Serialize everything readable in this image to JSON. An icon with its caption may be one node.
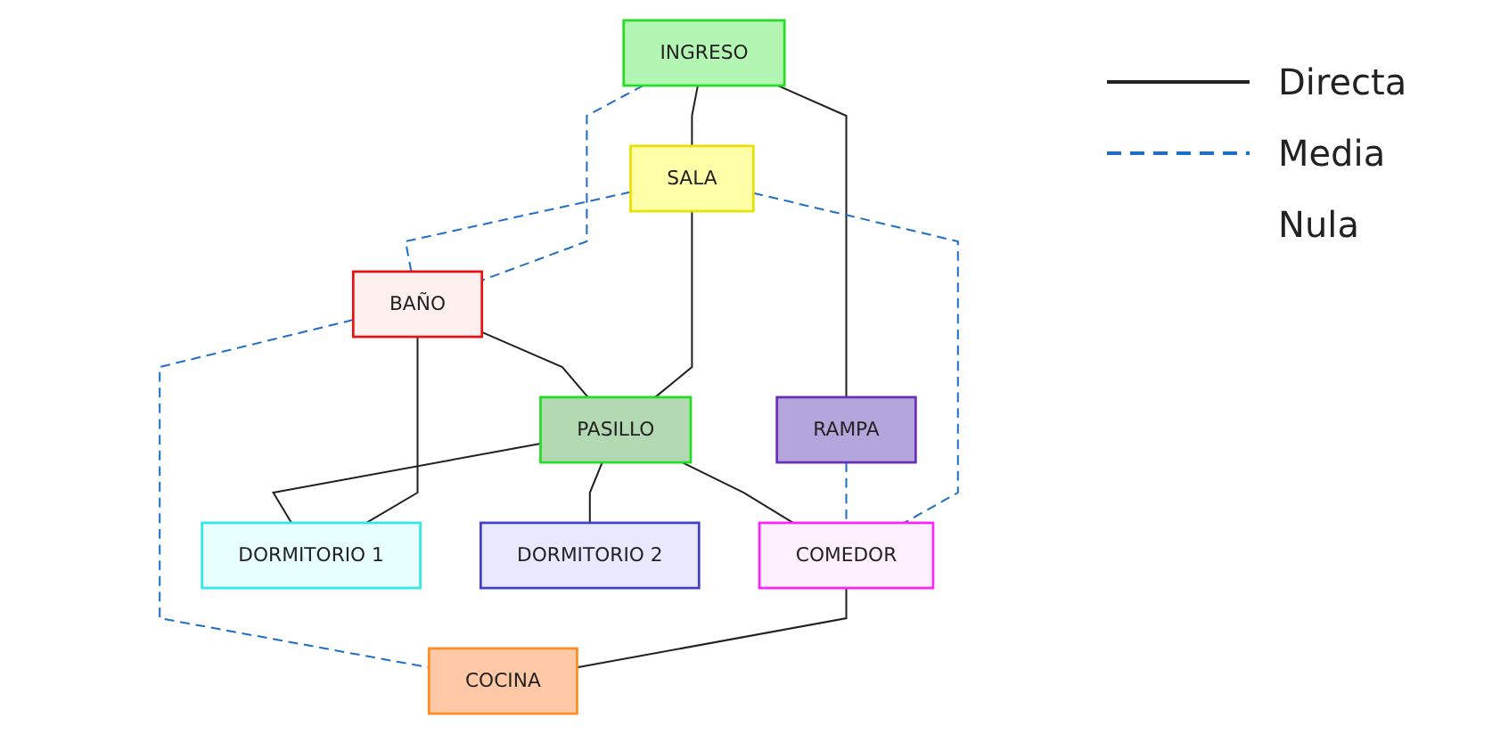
{
  "diagram": {
    "nodes": [
      {
        "text": [
          "INGRESO"
        ]
      },
      {
        "text": [
          "RAMPA"
        ]
      },
      {
        "text": [
          "SALA"
        ]
      },
      {
        "text": [
          "BAÑO"
        ]
      },
      {
        "text": [
          "PASILLO"
        ]
      },
      {
        "text": [
          "COMEDOR"
        ]
      },
      {
        "text": [
          "COCINA"
        ]
      },
      {
        "text": [
          "DORMITORIO 1"
        ]
      },
      {
        "text": [
          "DORMITORIO 2"
        ]
      }
    ],
    "edges": [
      {
        "from": 0,
        "to": 1,
        "arrow": "none"
      },
      {
        "from": 0,
        "to": 2,
        "arrow": "none"
      },
      {
        "from": 0,
        "to": 3,
        "arrow": "none",
        "style": "dashed",
        "color": "#1f6fc8"
      },
      {
        "from": 2,
        "to": 3,
        "arrow": "none",
        "style": "dashed",
        "color": "#1f6fc8"
      },
      {
        "from": 2,
        "to": 5,
        "arrow": "none",
        "style": "dashed",
        "color": "#1f6fc8"
      },
      {
        "from": 1,
        "to": 5,
        "arrow": "none",
        "style": "dashed",
        "color": "#1f6fc8"
      },
      {
        "from": 2,
        "to": 4,
        "arrow": "none"
      },
      {
        "from": 3,
        "to": 4,
        "arrow": "none"
      },
      {
        "from": 4,
        "to": 5,
        "arrow": "none"
      },
      {
        "from": 5,
        "to": 6,
        "arrow": "none"
      },
      {
        "from": 3,
        "to": 6,
        "arrow": "none",
        "style": "dashed",
        "color": "#1f6fc8"
      },
      {
        "from": 3,
        "to": 7,
        "arrow": "none"
      },
      {
        "from": 4,
        "to": 7,
        "arrow": "none"
      },
      {
        "from": 4,
        "to": 8,
        "arrow": "none"
      }
    ],
    "legend": [
      {
        "text": "Directa"
      },
      {
        "text": "Media"
      },
      {
        "text": "Nula"
      }
    ]
  }
}
